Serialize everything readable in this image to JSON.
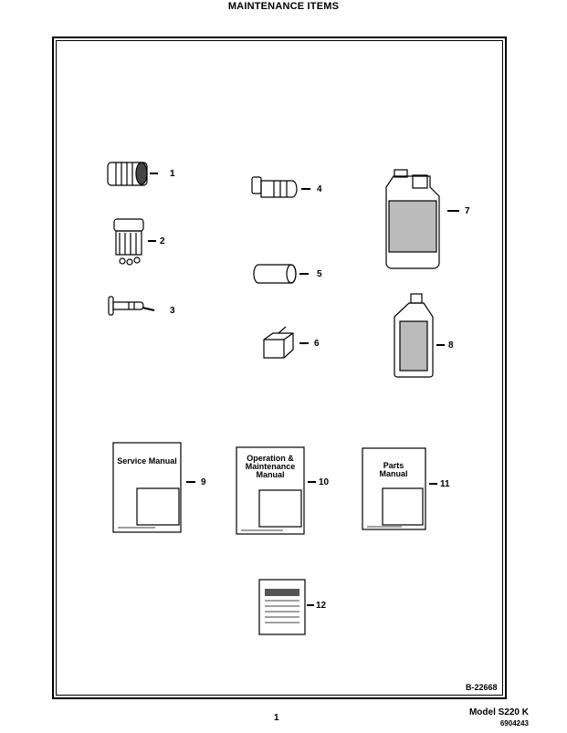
{
  "page": {
    "title": "MAINTENANCE ITEMS",
    "drawing_number": "B-22668",
    "page_number": "1",
    "model": "Model S220 K",
    "part_number": "6904243"
  },
  "callouts": [
    "1",
    "2",
    "3",
    "4",
    "5",
    "6",
    "7",
    "8",
    "9",
    "10",
    "11",
    "12"
  ],
  "manuals": {
    "service": "Service Manual",
    "operation": "Operation & Maintenance Manual",
    "parts": "Parts Manual"
  },
  "items": [
    {
      "id": "1",
      "icon": "oil-filter-icon"
    },
    {
      "id": "2",
      "icon": "fuel-filter-icon"
    },
    {
      "id": "3",
      "icon": "fuel-filter-element-icon"
    },
    {
      "id": "4",
      "icon": "hydraulic-filter-icon"
    },
    {
      "id": "5",
      "icon": "air-filter-icon"
    },
    {
      "id": "6",
      "icon": "filter-cartridge-icon"
    },
    {
      "id": "7",
      "icon": "jug-icon"
    },
    {
      "id": "8",
      "icon": "oil-bottle-icon"
    },
    {
      "id": "9",
      "icon": "service-manual-icon"
    },
    {
      "id": "10",
      "icon": "operation-manual-icon"
    },
    {
      "id": "11",
      "icon": "parts-manual-icon"
    },
    {
      "id": "12",
      "icon": "decal-icon"
    }
  ]
}
